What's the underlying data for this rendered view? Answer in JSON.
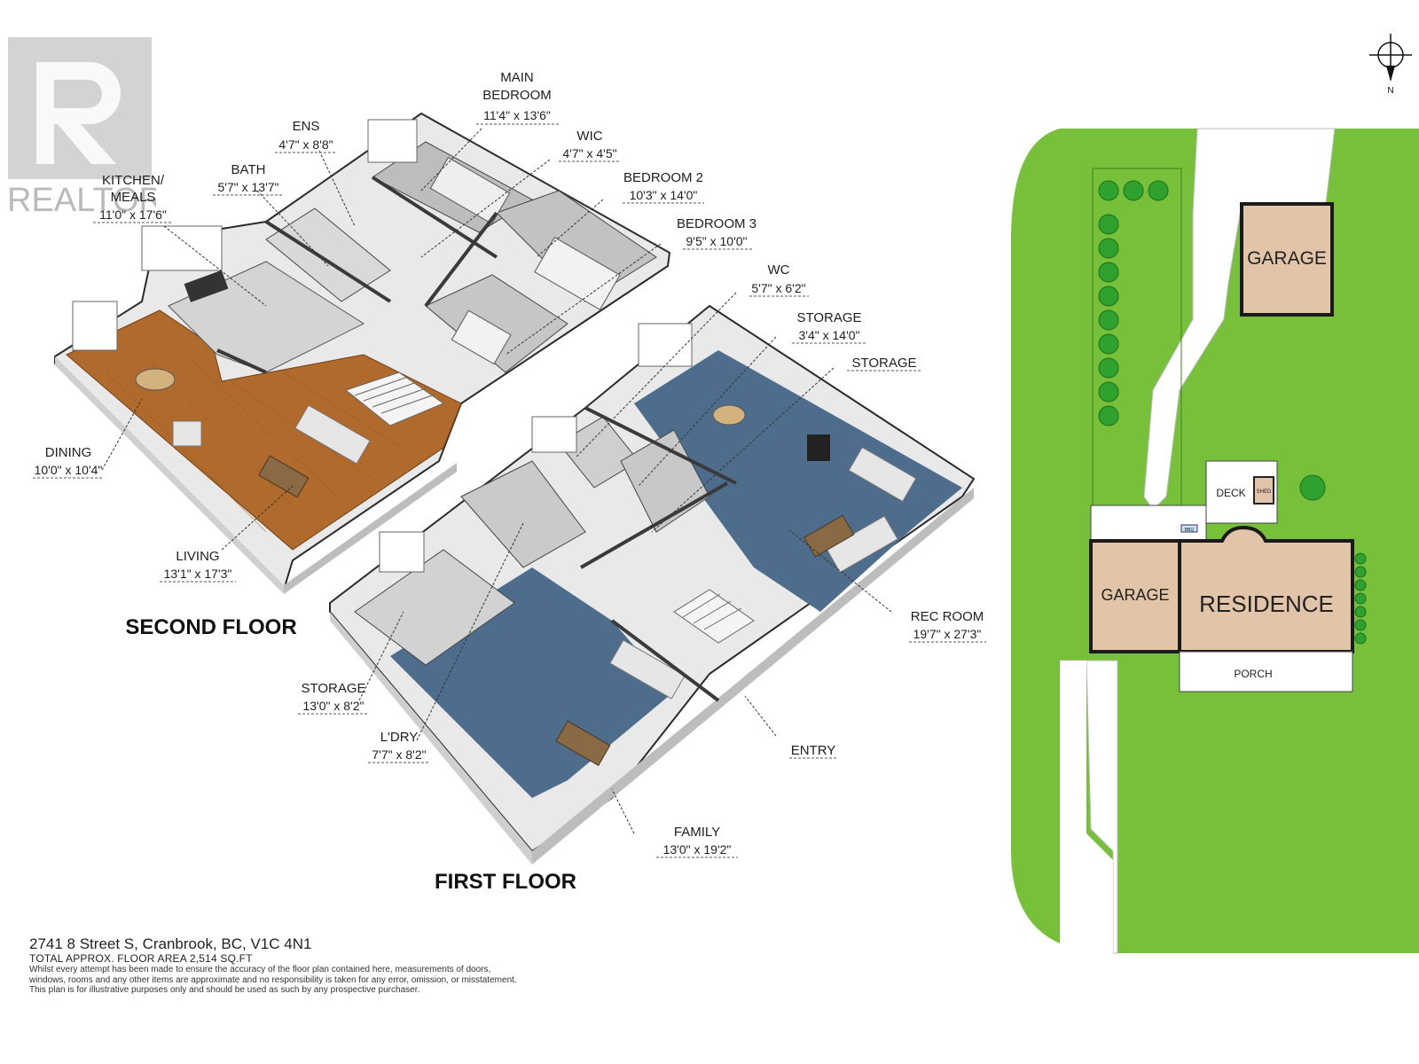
{
  "logo": {
    "text": "REALTOR®"
  },
  "compass": {
    "label": "N"
  },
  "floors": {
    "second": {
      "title": "SECOND FLOOR"
    },
    "first": {
      "title": "FIRST FLOOR"
    }
  },
  "rooms": {
    "main_bedroom": {
      "name1": "MAIN",
      "name2": "BEDROOM",
      "dims": "11'4\" x 13'6\""
    },
    "ens": {
      "name": "ENS",
      "dims": "4'7\" x 8'8\""
    },
    "wic": {
      "name": "WIC",
      "dims": "4'7\" x 4'5\""
    },
    "bedroom2": {
      "name": "BEDROOM 2",
      "dims": "10'3\" x 14'0\""
    },
    "bedroom3": {
      "name": "BEDROOM 3",
      "dims": "9'5\" x 10'0\""
    },
    "bath": {
      "name": "BATH",
      "dims": "5'7\" x 13'7\""
    },
    "kitchen": {
      "name1": "KITCHEN/",
      "name2": "MEALS",
      "dims": "11'0\" x 17'6\""
    },
    "dining": {
      "name": "DINING",
      "dims": "10'0\" x 10'4\""
    },
    "living": {
      "name": "LIVING",
      "dims": "13'1\" x 17'3\""
    },
    "wc": {
      "name": "WC",
      "dims": "5'7\" x 6'2\""
    },
    "storage1": {
      "name": "STORAGE",
      "dims": "3'4\" x 14'0\""
    },
    "storage2": {
      "name": "STORAGE"
    },
    "rec_room": {
      "name": "REC ROOM",
      "dims": "19'7\" x 27'3\""
    },
    "storage3": {
      "name": "STORAGE",
      "dims": "13'0\" x 8'2\""
    },
    "laundry": {
      "name": "L'DRY",
      "dims": "7'7\" x 8'2\""
    },
    "entry": {
      "name": "ENTRY"
    },
    "family": {
      "name": "FAMILY",
      "dims": "13'0\" x 19'2\""
    }
  },
  "site": {
    "garage_top": "GARAGE",
    "garage_left": "GARAGE",
    "residence": "RESIDENCE",
    "deck": "DECK",
    "porch": "PORCH",
    "bbq": "BBQ",
    "shed": "SHED"
  },
  "footer": {
    "address": "2741 8 Street S, Cranbrook, BC, V1C 4N1",
    "area": "TOTAL APPROX. FLOOR AREA 2,514 SQ.FT",
    "disclaimer1": "Whilst every attempt has been made to ensure the accuracy of the floor plan contained here, measurements of doors,",
    "disclaimer2": "windows, rooms and any other items are approximate and no responsibility is taken for any error, omission, or misstatement.",
    "disclaimer3": "This plan is for illustrative purposes only and should be used as such by any prospective purchaser."
  },
  "colors": {
    "wood_floor": "#b06a2c",
    "carpet": "#4e6d8c",
    "wall_light": "#f2f2f2",
    "wall_dark": "#3a3a3a",
    "tile": "#cfcfcf",
    "lawn": "#77c13a",
    "building": "#e2c4a8",
    "tree": "#2fa12f"
  }
}
